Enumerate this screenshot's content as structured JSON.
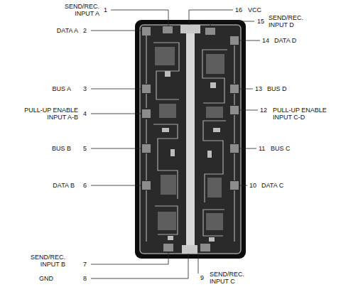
{
  "diagram": {
    "labels": [
      "SEND/REC. INPUT A",
      "1",
      "16",
      "VCC",
      "15",
      "SEND/REC. INPUT D",
      "DATA A",
      "2",
      "14",
      "DATA D",
      "BUS A",
      "3",
      "13",
      "BUS D",
      "PULL-UP ENABLE INPUT A-B",
      "4",
      "12",
      "PULL-UP ENABLE INPUT C-D",
      "BUS B",
      "5",
      "11",
      "BUS C",
      "DATA B",
      "6",
      "10",
      "DATA C",
      "SEND/REC. INPUT B",
      "7",
      "9",
      "SEND/REC. INPUT C",
      "GND",
      "8"
    ]
  }
}
